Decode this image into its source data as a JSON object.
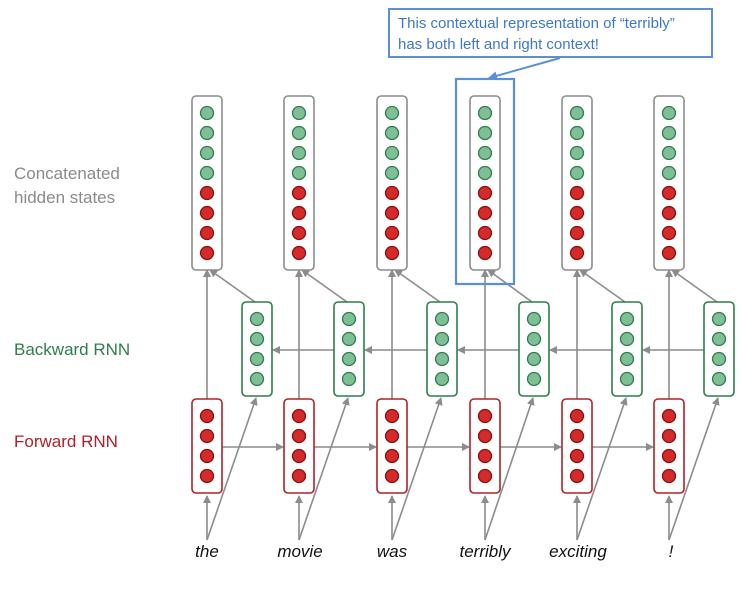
{
  "labels": {
    "concatenated_line1": "Concatenated",
    "concatenated_line2": "hidden states",
    "backward": "Backward RNN",
    "forward": "Forward RNN"
  },
  "callout": {
    "line1": "This contextual representation of “terribly”",
    "line2": "has both left and right context!"
  },
  "words": [
    "the",
    "movie",
    "was",
    "terribly",
    "exciting",
    "!"
  ],
  "highlighted_word_index": 3,
  "colors": {
    "green_fill": "#7fbf95",
    "green_stroke": "#2f7d4d",
    "red_fill": "#d42a2a",
    "red_stroke": "#8a1010",
    "concat_box": "#8c8c8c",
    "backward_box": "#2f7d4d",
    "forward_box": "#b0202a",
    "arrow": "#8c8c8c",
    "highlight": "#5b8fd9"
  }
}
